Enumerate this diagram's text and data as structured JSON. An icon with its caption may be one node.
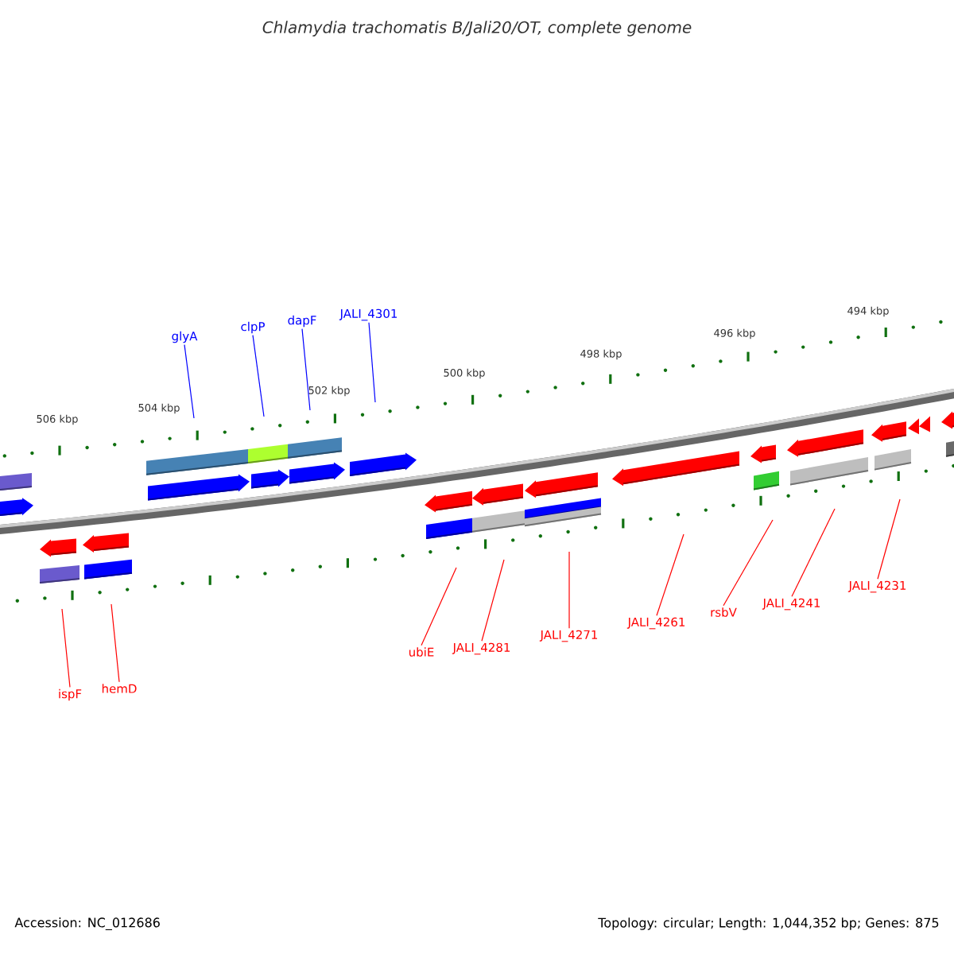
{
  "diagram": {
    "title": "Chlamydia trachomatis B/Jali20/OT, complete genome",
    "nodes": [
      {
        "text": [
          "glyA"
        ]
      },
      {
        "text": [
          "clpP"
        ]
      },
      {
        "text": [
          "dapF"
        ]
      },
      {
        "text": [
          "JALI_4301"
        ]
      },
      {
        "text": [
          "ispF"
        ]
      },
      {
        "text": [
          "hemD"
        ]
      },
      {
        "text": [
          "ubiE"
        ]
      },
      {
        "text": [
          "JALI_4281"
        ]
      },
      {
        "text": [
          "JALI_4271"
        ]
      },
      {
        "text": [
          "JALI_4261"
        ]
      },
      {
        "text": [
          "rsbV"
        ]
      },
      {
        "text": [
          "JALI_4241"
        ]
      },
      {
        "text": [
          "JALI_4231"
        ]
      }
    ],
    "edges": [
      {
        "from": 0,
        "to": null,
        "arrow": "none",
        "color": "#0000ff"
      },
      {
        "from": 1,
        "to": null,
        "arrow": "none",
        "color": "#0000ff"
      },
      {
        "from": 2,
        "to": null,
        "arrow": "none",
        "color": "#0000ff"
      },
      {
        "from": 3,
        "to": null,
        "arrow": "none",
        "color": "#0000ff"
      },
      {
        "from": 4,
        "to": null,
        "arrow": "none"
      },
      {
        "from": 5,
        "to": null,
        "arrow": "none"
      },
      {
        "from": 6,
        "to": null,
        "arrow": "none"
      },
      {
        "from": 7,
        "to": null,
        "arrow": "none"
      },
      {
        "from": 8,
        "to": null,
        "arrow": "none"
      },
      {
        "from": 9,
        "to": null,
        "arrow": "none"
      },
      {
        "from": 10,
        "to": null,
        "arrow": "none"
      },
      {
        "from": 11,
        "to": null,
        "arrow": "none"
      },
      {
        "from": 12,
        "to": null,
        "arrow": "none"
      }
    ],
    "labels": [
      "494 kbp",
      "496 kbp",
      "498 kbp",
      "500 kbp",
      "502 kbp",
      "504 kbp",
      "506 kbp",
      "Accession: NC_012686",
      "Topology: circular; Length: 1,044,352 bp; Genes: 875"
    ]
  }
}
